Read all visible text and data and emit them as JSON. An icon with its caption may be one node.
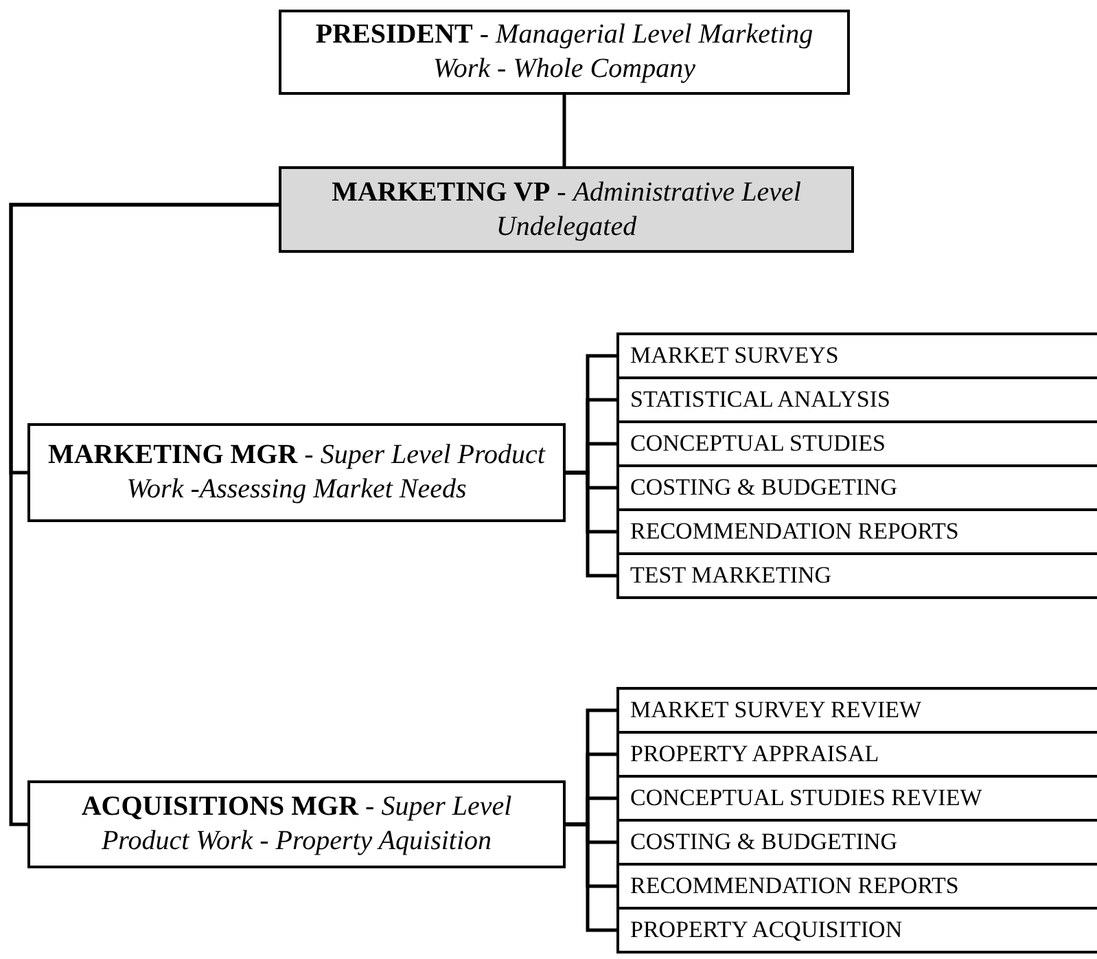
{
  "diagram": {
    "nodes": [
      {
        "text": [
          "**PRESIDENT** - *Managerial Level Marketing Work - Whole Company*"
        ]
      },
      {
        "text": [
          "**MARKETING VP** - *Administrative Level Undelegated*"
        ]
      },
      {
        "text": [
          "**MARKETING MGR** - *Super Level Product Work -Assessing Market Needs*"
        ]
      },
      {
        "text": [
          "**ACQUISITIONS MGR** - *Super Level Product Work - Property Aquisition*"
        ]
      },
      {
        "text": [
          "MARKET SURVEYS"
        ]
      },
      {
        "text": [
          "STATISTICAL ANALYSIS"
        ]
      },
      {
        "text": [
          "CONCEPTUAL STUDIES"
        ]
      },
      {
        "text": [
          "COSTING & BUDGETING"
        ]
      },
      {
        "text": [
          "RECOMMENDATION REPORTS"
        ]
      },
      {
        "text": [
          "TEST MARKETING"
        ]
      },
      {
        "text": [
          "MARKET SURVEY REVIEW"
        ]
      },
      {
        "text": [
          "PROPERTY APPRAISAL"
        ]
      },
      {
        "text": [
          "CONCEPTUAL STUDIES REVIEW"
        ]
      },
      {
        "text": [
          "COSTING & BUDGETING"
        ]
      },
      {
        "text": [
          "RECOMMENDATION REPORTS"
        ]
      },
      {
        "text": [
          "PROPERTY ACQUISITION"
        ]
      }
    ],
    "edges": [
      {
        "from": 0,
        "to": 1,
        "arrow": "none"
      },
      {
        "from": 1,
        "to": 2,
        "arrow": "none"
      },
      {
        "from": 1,
        "to": 3,
        "arrow": "none"
      },
      {
        "from": 2,
        "to": 4,
        "arrow": "none"
      },
      {
        "from": 2,
        "to": 5,
        "arrow": "none"
      },
      {
        "from": 2,
        "to": 6,
        "arrow": "none"
      },
      {
        "from": 2,
        "to": 7,
        "arrow": "none"
      },
      {
        "from": 2,
        "to": 8,
        "arrow": "none"
      },
      {
        "from": 2,
        "to": 9,
        "arrow": "none"
      },
      {
        "from": 3,
        "to": 10,
        "arrow": "none"
      },
      {
        "from": 3,
        "to": 11,
        "arrow": "none"
      },
      {
        "from": 3,
        "to": 12,
        "arrow": "none"
      },
      {
        "from": 3,
        "to": 13,
        "arrow": "none"
      },
      {
        "from": 3,
        "to": 14,
        "arrow": "none"
      },
      {
        "from": 3,
        "to": 15,
        "arrow": "none"
      }
    ]
  }
}
